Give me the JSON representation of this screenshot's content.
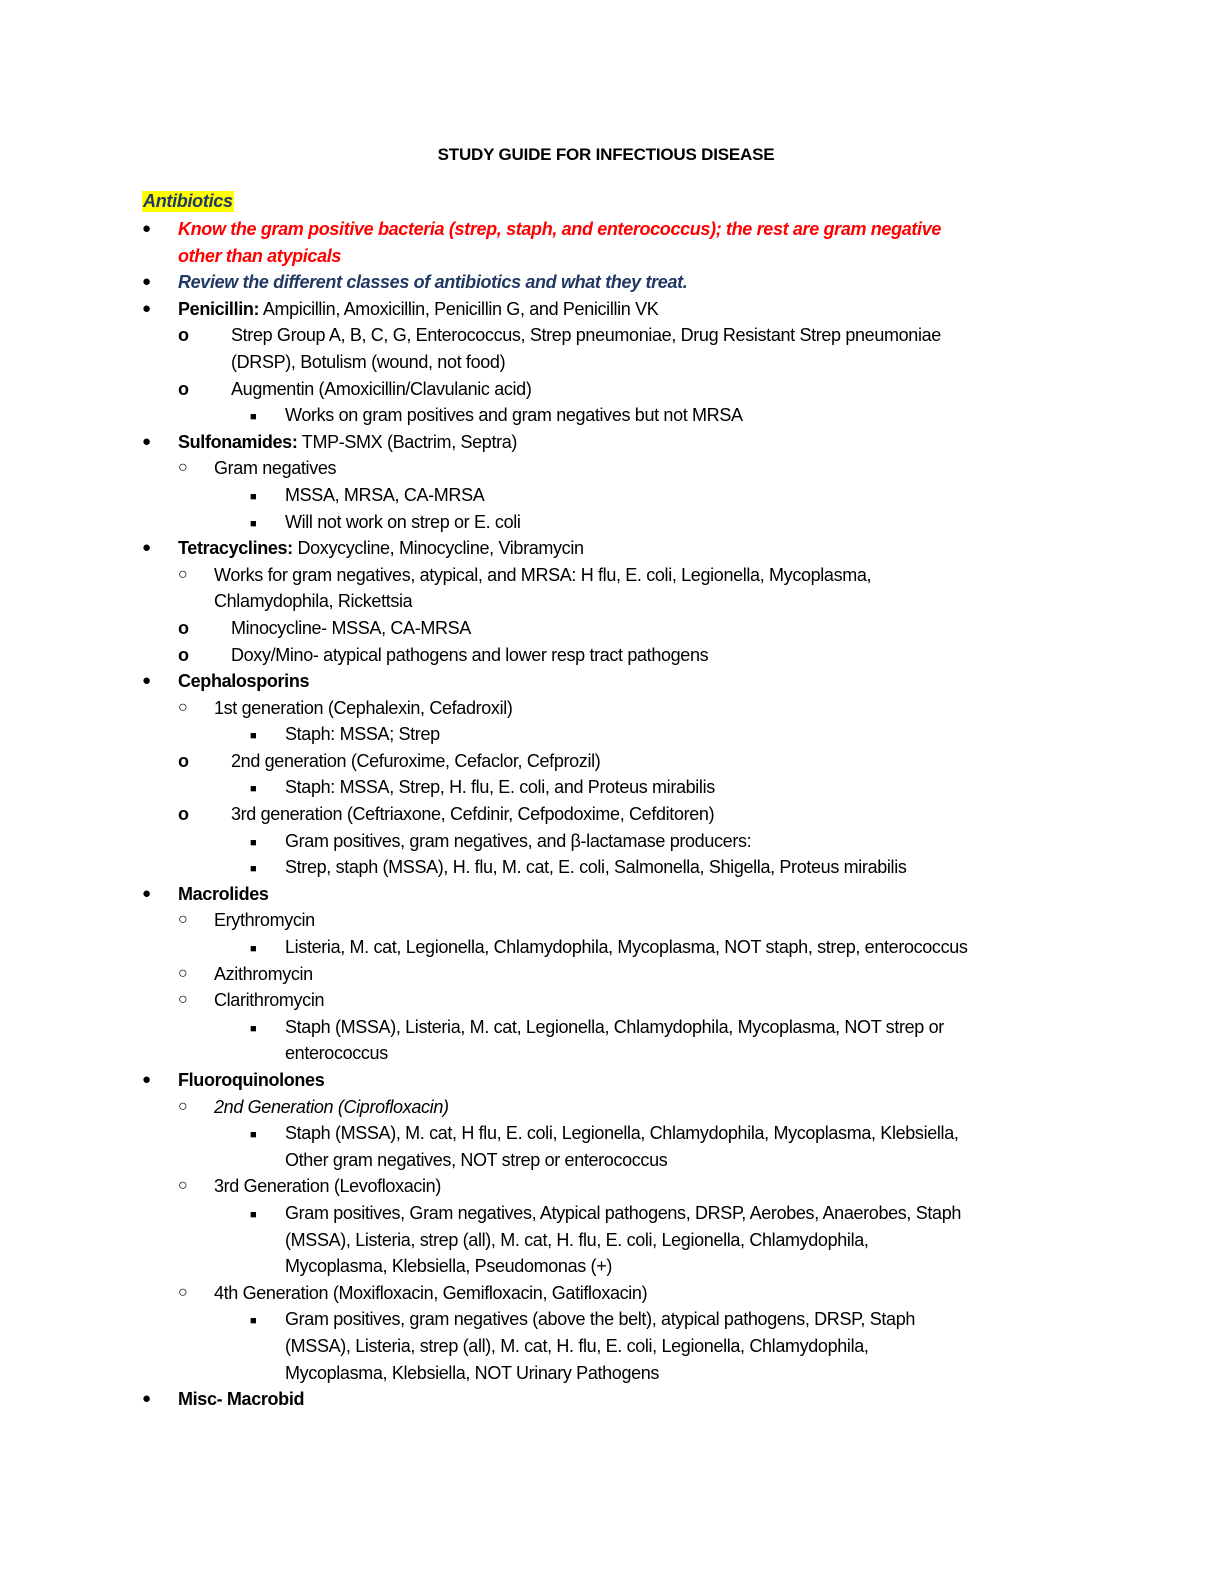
{
  "document": {
    "title": "STUDY GUIDE FOR INFECTIOUS DISEASE",
    "section_heading": "Antibiotics",
    "colors": {
      "highlight": "#ffff00",
      "heading_blue": "#1f3864",
      "emphasis_red": "#ff0000"
    },
    "bullet_glyphs": {
      "level1": "●",
      "level2_bold_o": "o",
      "level2_circle": "○",
      "level3": "■"
    }
  },
  "notes": {
    "gram_positive": [
      "Know the gram positive bacteria (strep, staph, and enterococcus); the rest are gram negative",
      "other than atypicals"
    ],
    "review_classes": "Review the different classes of antibiotics and what they treat."
  },
  "penicillin": {
    "label": "Penicillin:",
    "drugs": " Ampicillin, Amoxicillin, Penicillin G, and Penicillin VK",
    "items": [
      [
        "Strep Group A, B, C, G, Enterococcus, Strep pneumoniae, Drug Resistant Strep pneumoniae",
        "(DRSP), Botulism (wound, not food)"
      ],
      [
        "Augmentin (Amoxicillin/Clavulanic acid)"
      ]
    ],
    "augmentin_sub": "Works on gram positives and gram negatives but not MRSA"
  },
  "sulfonamides": {
    "label": "Sulfonamides:",
    "drugs": " TMP-SMX (Bactrim, Septra)",
    "item": "Gram negatives",
    "subs": [
      "MSSA, MRSA, CA-MRSA",
      "Will not work on strep or E. coli"
    ]
  },
  "tetracyclines": {
    "label": "Tetracyclines:",
    "drugs": " Doxycycline, Minocycline, Vibramycin",
    "item1": [
      "Works for gram negatives, atypical, and MRSA: H flu, E. coli, Legionella, Mycoplasma,",
      "Chlamydophila, Rickettsia"
    ],
    "item2": "Minocycline- MSSA, CA-MRSA",
    "item3": "Doxy/Mino- atypical pathogens and lower resp tract pathogens"
  },
  "cephalosporins": {
    "label": "Cephalosporins",
    "gen1": "1st generation (Cephalexin, Cefadroxil)",
    "gen1_sub": "Staph: MSSA; Strep",
    "gen2": "2nd generation (Cefuroxime, Cefaclor, Cefprozil)",
    "gen2_sub": "Staph: MSSA, Strep, H. flu, E. coli, and Proteus mirabilis",
    "gen3": "3rd generation (Ceftriaxone, Cefdinir, Cefpodoxime, Cefditoren)",
    "gen3_subs": [
      "Gram positives, gram negatives, and β-lactamase producers:",
      "Strep, staph (MSSA), H. flu, M. cat, E. coli, Salmonella, Shigella, Proteus mirabilis"
    ]
  },
  "macrolides": {
    "label": "Macrolides",
    "erythromycin": "Erythromycin",
    "erythromycin_sub": "Listeria, M. cat, Legionella, Chlamydophila, Mycoplasma, NOT staph, strep, enterococcus",
    "azithromycin": "Azithromycin",
    "clarithromycin": "Clarithromycin",
    "clarithromycin_sub": [
      "Staph (MSSA), Listeria, M. cat, Legionella, Chlamydophila, Mycoplasma, NOT strep or",
      "enterococcus"
    ]
  },
  "fluoroquinolones": {
    "label": "Fluoroquinolones",
    "gen2": "2nd Generation (Ciprofloxacin)",
    "gen2_sub": [
      "Staph (MSSA), M. cat, H flu, E. coli, Legionella, Chlamydophila, Mycoplasma, Klebsiella,",
      "Other gram negatives, NOT strep or enterococcus"
    ],
    "gen3": "3rd Generation (Levofloxacin)",
    "gen3_sub": [
      "Gram positives, Gram negatives, Atypical pathogens, DRSP, Aerobes, Anaerobes, Staph",
      "(MSSA), Listeria, strep (all), M. cat, H. flu, E. coli, Legionella, Chlamydophila,",
      "Mycoplasma, Klebsiella, Pseudomonas (+)"
    ],
    "gen4": "4th Generation (Moxifloxacin, Gemifloxacin, Gatifloxacin)",
    "gen4_sub": [
      "Gram positives, gram negatives (above the belt), atypical pathogens, DRSP, Staph",
      "(MSSA), Listeria, strep (all), M. cat, H. flu, E. coli, Legionella, Chlamydophila,",
      "Mycoplasma, Klebsiella, NOT Urinary Pathogens"
    ]
  },
  "misc": {
    "label": "Misc- Macrobid"
  }
}
